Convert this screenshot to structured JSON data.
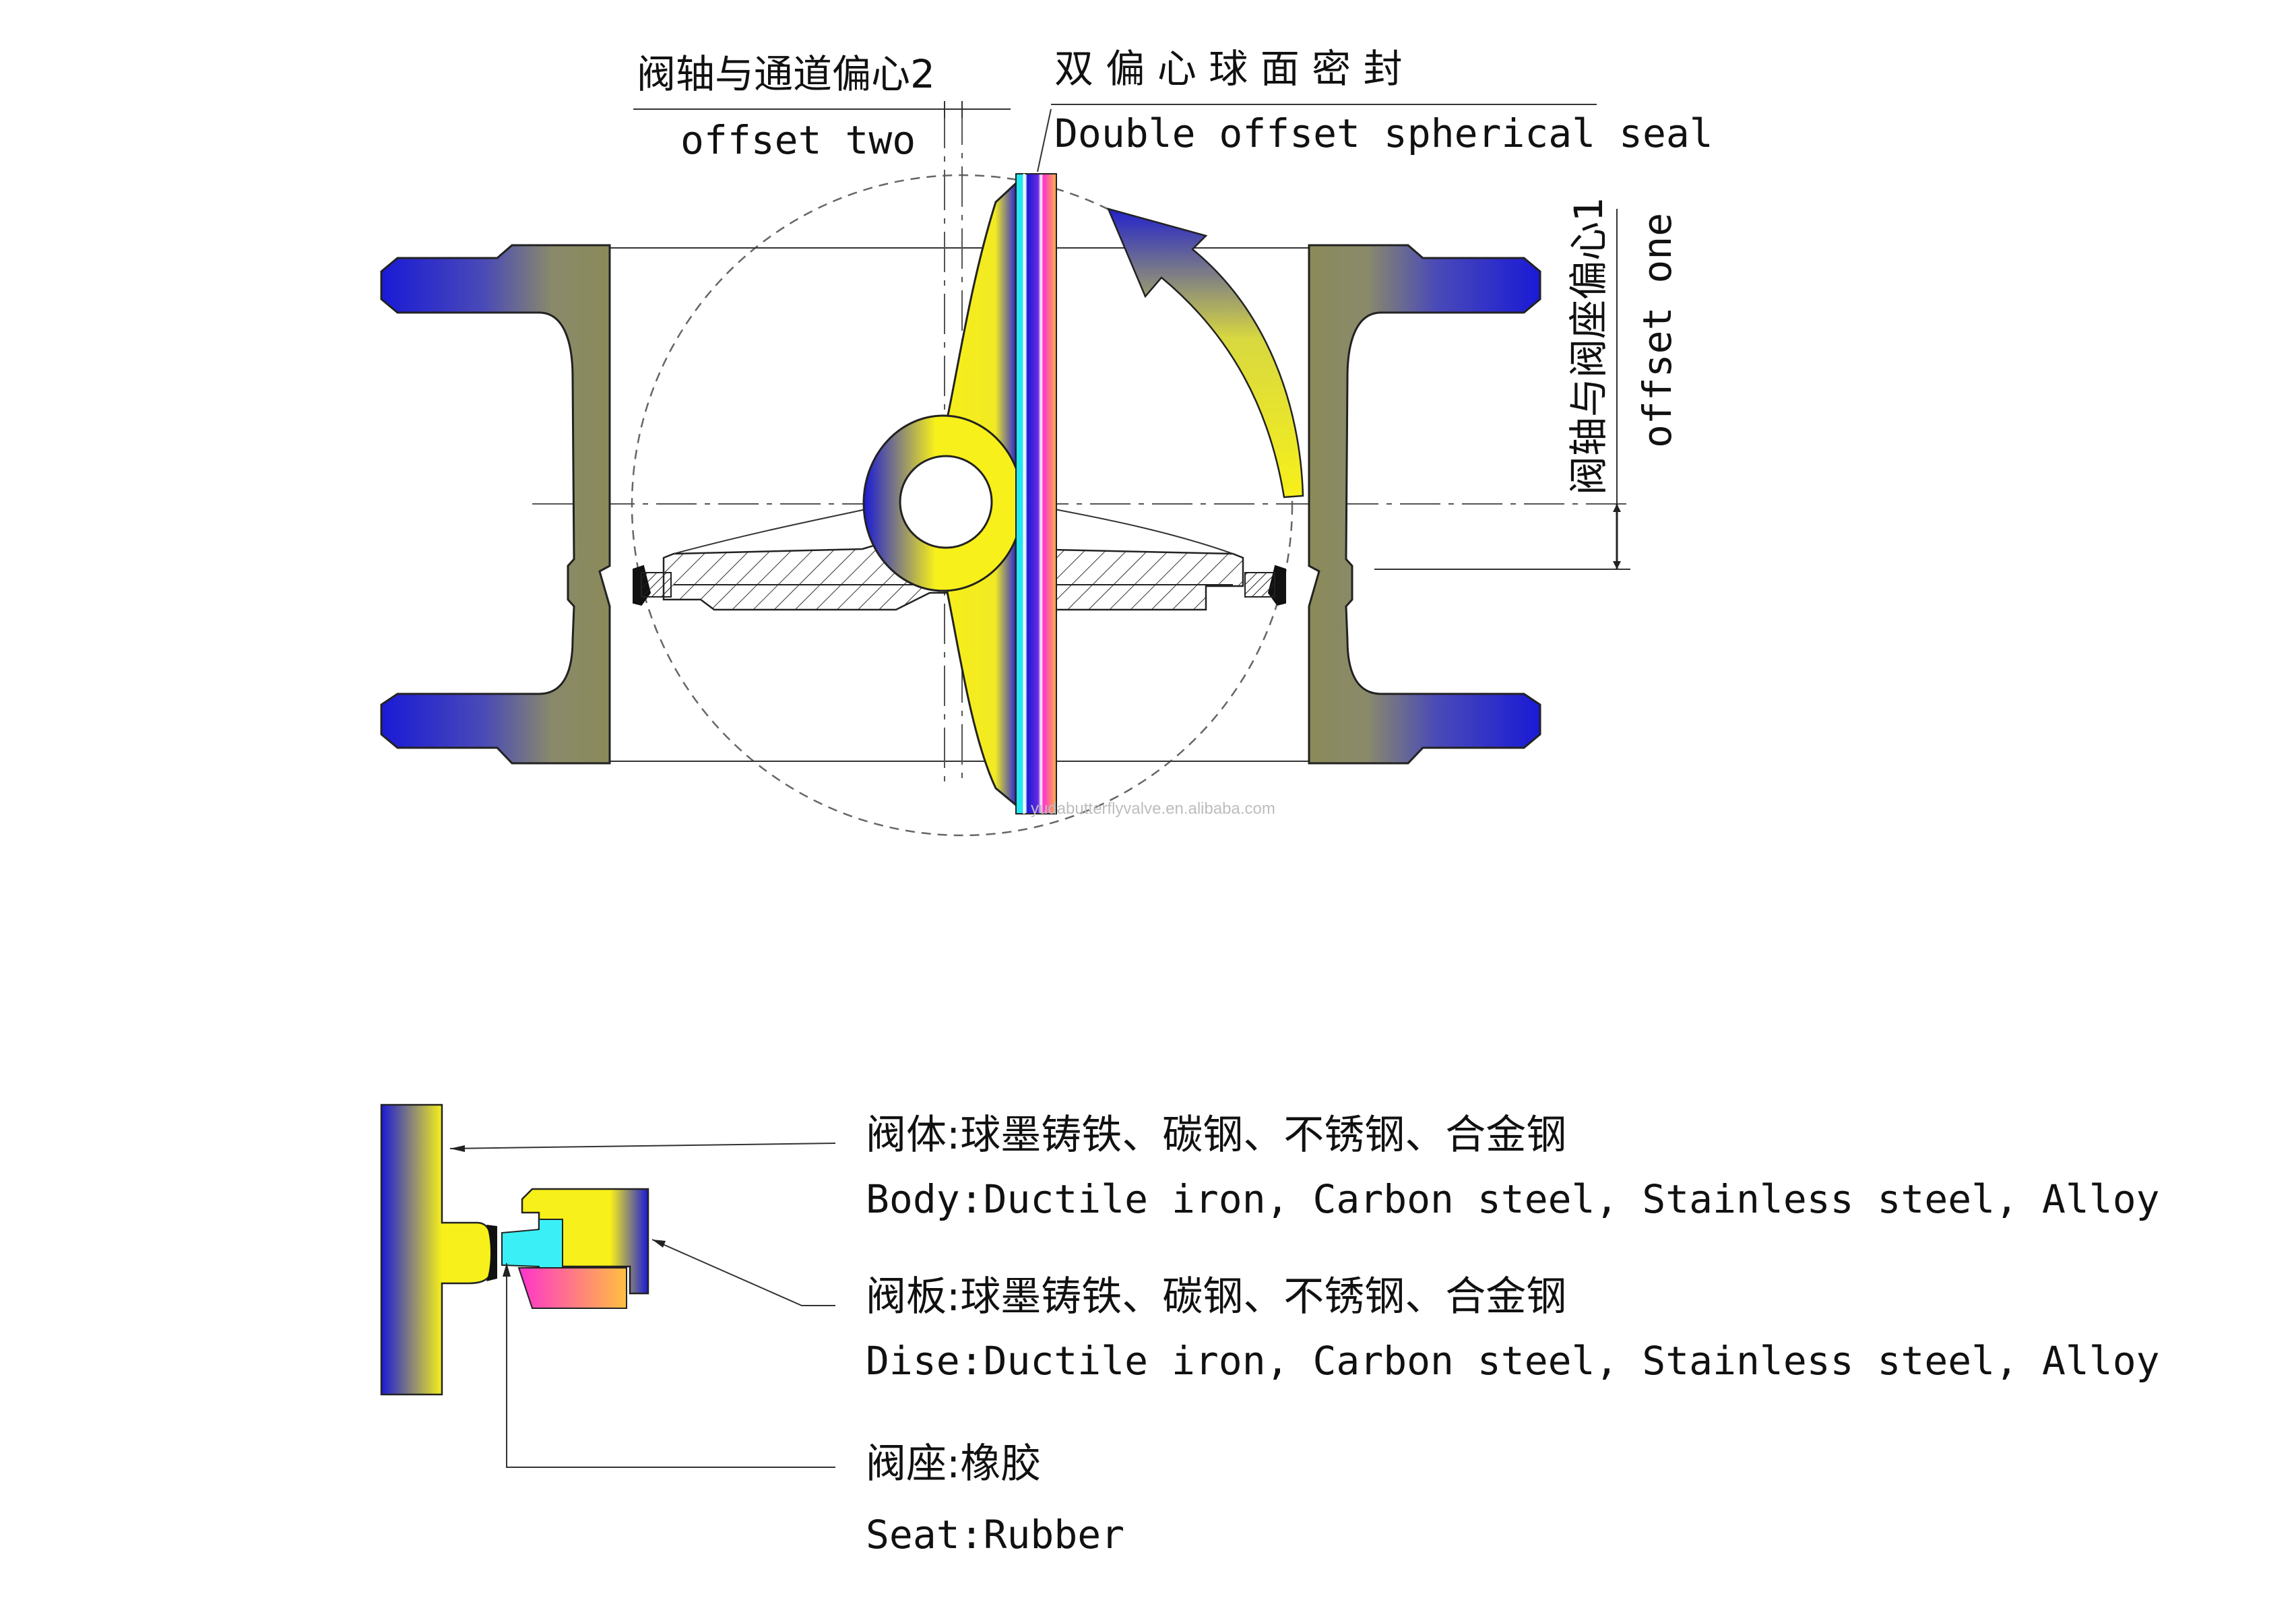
{
  "labels": {
    "offset_two_cn": "阀轴与通道偏心2",
    "offset_two_en": "offset two",
    "seal_cn": "双 偏 心 球 面 密 封",
    "seal_en": "Double offset spherical seal",
    "offset_one_cn": "阀轴与阀座偏心1",
    "offset_one_en": "offset one",
    "watermark": "yudabutterflyvalve.en.alibaba.com"
  },
  "legend": {
    "body_cn": "阀体:球墨铸铁、碳钢、不锈钢、合金钢",
    "body_en": "Body:Ductile iron, Carbon steel, Stainless steel, Alloy",
    "disc_cn": "阀板:球墨铸铁、碳钢、不锈钢、合金钢",
    "disc_en": "Dise:Ductile iron, Carbon steel, Stainless steel, Alloy",
    "seat_cn": "阀座:橡胶",
    "seat_en": "Seat:Rubber"
  },
  "colors": {
    "body_blue": "#1a1ad6",
    "body_olive": "#8a8a5a",
    "disc_yellow": "#f7f01a",
    "seal_cyan": "#22e6f0",
    "seal_magenta": "#ff33cc",
    "seal_orange": "#ffb347",
    "arrow_blue": "#2222cc"
  }
}
